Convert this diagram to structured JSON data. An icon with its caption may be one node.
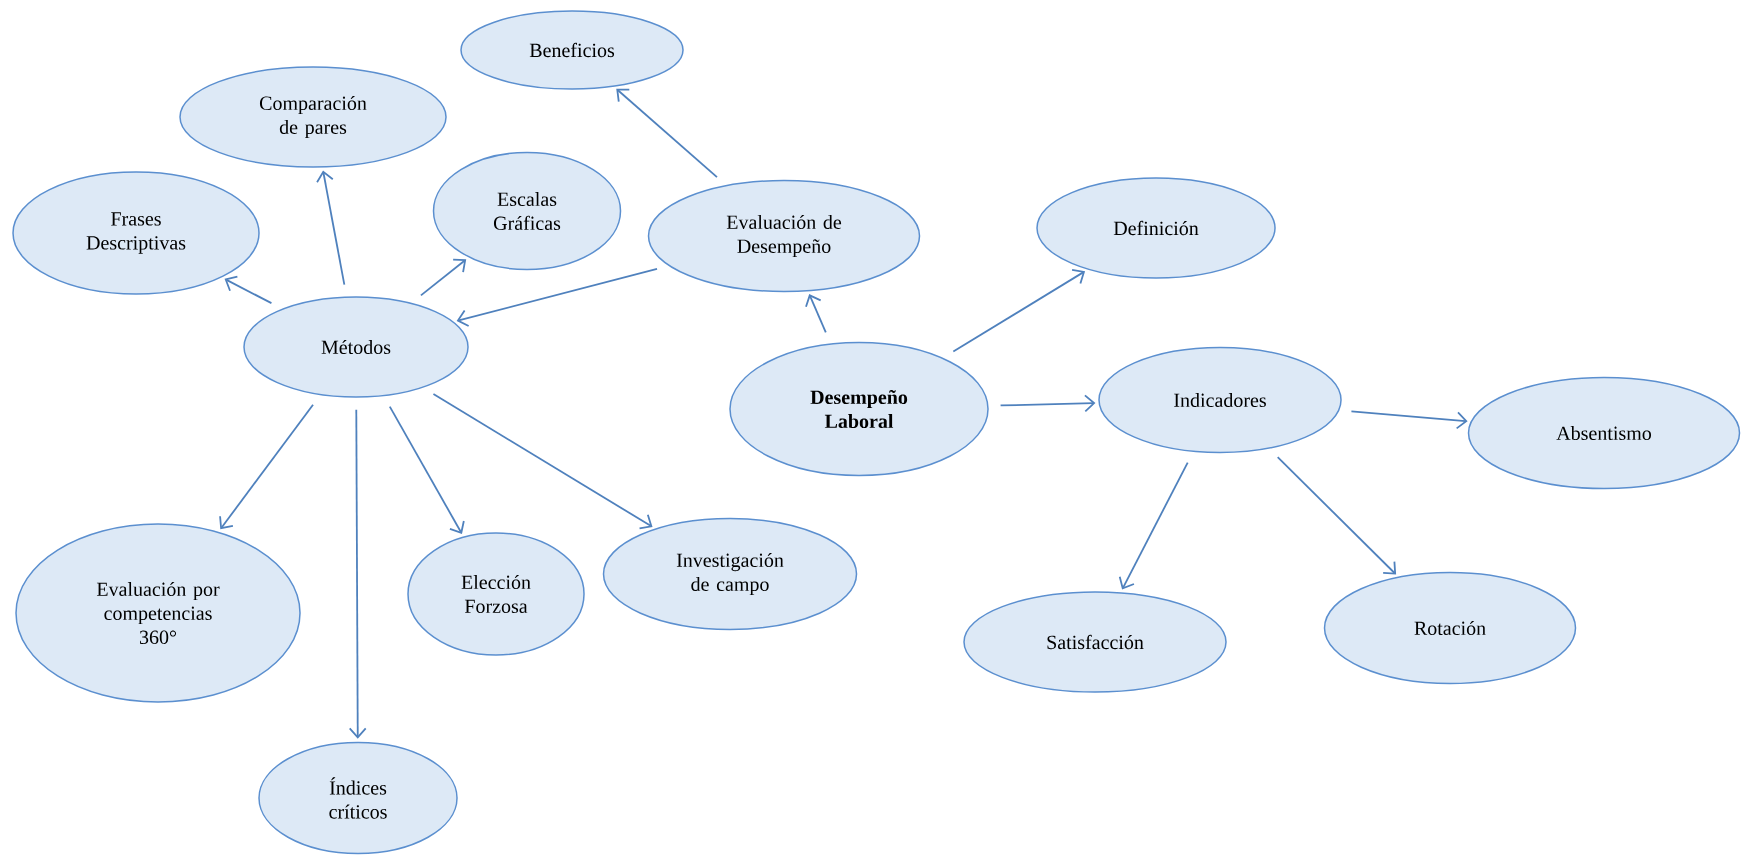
{
  "diagram": {
    "nodes": [
      {
        "text": [
          "Beneficios"
        ]
      },
      {
        "text": [
          "Comparación de pares"
        ]
      },
      {
        "text": [
          "Frases Descriptivas"
        ]
      },
      {
        "text": [
          "Escalas Gráficas"
        ]
      },
      {
        "text": [
          "Evaluación de Desempeño"
        ]
      },
      {
        "text": [
          "Definición"
        ]
      },
      {
        "text": [
          "Métodos"
        ]
      },
      {
        "text": [
          "Desempeño Laboral"
        ]
      },
      {
        "text": [
          "Indicadores"
        ]
      },
      {
        "text": [
          "Absentismo"
        ]
      },
      {
        "text": [
          "Evaluación por competencias 360°"
        ]
      },
      {
        "text": [
          "Elección Forzosa"
        ]
      },
      {
        "text": [
          "Investigación de campo"
        ]
      },
      {
        "text": [
          "Satisfacción"
        ]
      },
      {
        "text": [
          "Rotación"
        ]
      },
      {
        "text": [
          "Índices críticos"
        ]
      }
    ],
    "edges": [
      {
        "from": 4,
        "to": 0,
        "arrow": "to"
      },
      {
        "from": 6,
        "to": 1,
        "arrow": "to"
      },
      {
        "from": 6,
        "to": 2,
        "arrow": "to"
      },
      {
        "from": 6,
        "to": 3,
        "arrow": "to"
      },
      {
        "from": 4,
        "to": 6,
        "arrow": "to"
      },
      {
        "from": 7,
        "to": 4,
        "arrow": "to"
      },
      {
        "from": 7,
        "to": 5,
        "arrow": "to"
      },
      {
        "from": 7,
        "to": 8,
        "arrow": "to"
      },
      {
        "from": 8,
        "to": 9,
        "arrow": "to"
      },
      {
        "from": 6,
        "to": 10,
        "arrow": "to"
      },
      {
        "from": 6,
        "to": 11,
        "arrow": "to"
      },
      {
        "from": 6,
        "to": 12,
        "arrow": "to"
      },
      {
        "from": 6,
        "to": 15,
        "arrow": "to"
      },
      {
        "from": 8,
        "to": 13,
        "arrow": "to"
      },
      {
        "from": 8,
        "to": 14,
        "arrow": "to"
      }
    ]
  }
}
